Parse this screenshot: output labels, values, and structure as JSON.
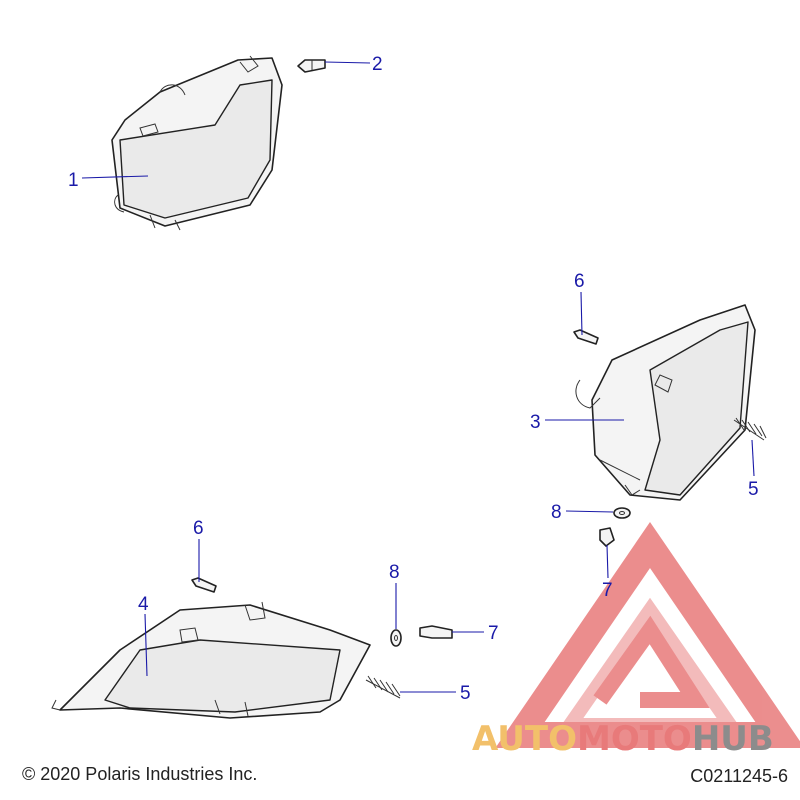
{
  "callouts": {
    "c1": "1",
    "c2": "2",
    "c3": "3",
    "c4": "4",
    "c5a": "5",
    "c5b": "5",
    "c6a": "6",
    "c6b": "6",
    "c7a": "7",
    "c7b": "7",
    "c8a": "8",
    "c8b": "8"
  },
  "footer": {
    "copyright": "© 2020 Polaris Industries Inc.",
    "diagram_code": "C0211245-6"
  },
  "watermark": {
    "part1": "AUTO",
    "part2": "MOTO",
    "part3": "HUB"
  },
  "colors": {
    "callout": "#1a1aa8",
    "watermark_red": "#e87a7a",
    "watermark_orange": "#f2c06a",
    "watermark_gray": "#8c8c8c"
  }
}
